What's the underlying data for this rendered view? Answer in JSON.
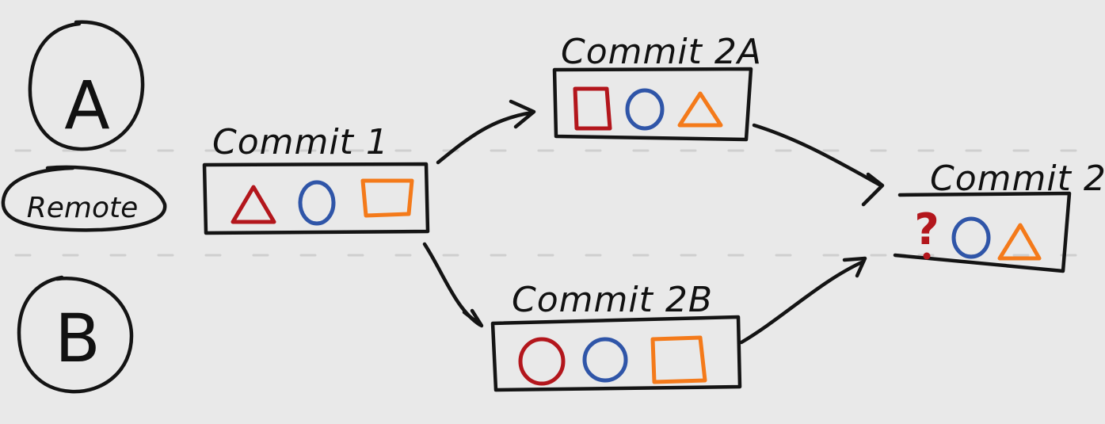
{
  "colors": {
    "background": "#e9e9e9",
    "ink": "#141414",
    "red": "#b3161c",
    "blue": "#2f55a8",
    "orange": "#f47a1a"
  },
  "actors": {
    "a": "A",
    "remote": "Remote",
    "b": "B"
  },
  "commits": [
    {
      "title": "Commit 1",
      "shapes": [
        {
          "type": "triangle",
          "color": "red"
        },
        {
          "type": "circle",
          "color": "blue"
        },
        {
          "type": "square",
          "color": "orange"
        }
      ]
    },
    {
      "title": "Commit 2A",
      "shapes": [
        {
          "type": "square",
          "color": "red"
        },
        {
          "type": "circle",
          "color": "blue"
        },
        {
          "type": "triangle",
          "color": "orange"
        }
      ]
    },
    {
      "title": "Commit 2B",
      "shapes": [
        {
          "type": "circle",
          "color": "red"
        },
        {
          "type": "circle",
          "color": "blue"
        },
        {
          "type": "square",
          "color": "orange"
        }
      ]
    },
    {
      "title": "Commit 2",
      "shapes": [
        {
          "type": "question",
          "color": "red",
          "label": "?"
        },
        {
          "type": "circle",
          "color": "blue"
        },
        {
          "type": "triangle",
          "color": "orange"
        }
      ]
    }
  ]
}
